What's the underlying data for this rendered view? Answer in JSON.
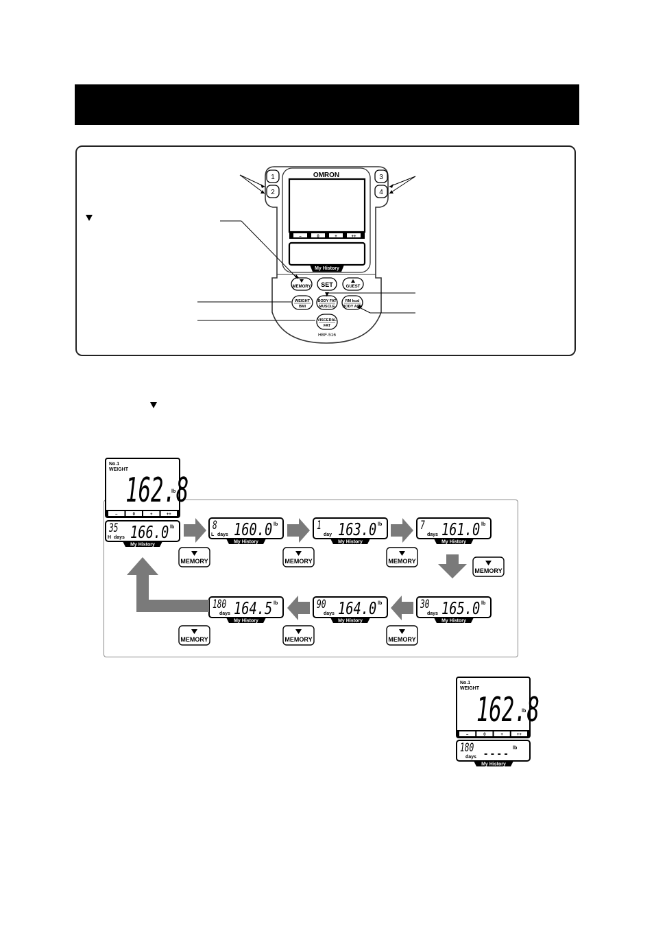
{
  "device": {
    "brand": "OMRON",
    "model": "HBF-516",
    "user_buttons": [
      "1",
      "2",
      "3",
      "4"
    ],
    "scale_marks": [
      "–",
      "0",
      "+",
      "++"
    ],
    "history_label": "My History",
    "buttons": {
      "memory": "MEMORY",
      "set": "SET",
      "guest": "GUEST",
      "weight": "WEIGHT",
      "bmi": "BMI",
      "body_fat": "BODY FAT",
      "muscle": "MUSCLE",
      "rm_kcal": "RM kcal",
      "body_age": "BODY AGE",
      "visceral": "VISCERAL",
      "fat": "FAT"
    }
  },
  "arrow_glyph": "▼",
  "main_display": {
    "user": "No.1",
    "mode": "WEIGHT",
    "value": "162.8",
    "unit": "lb"
  },
  "history_sequence": [
    {
      "period": "35",
      "prefix": "H",
      "days_label": "days",
      "value": "166.0",
      "unit": "lb"
    },
    {
      "period": "8",
      "prefix": "L",
      "days_label": "days",
      "value": "160.0",
      "unit": "lb"
    },
    {
      "period": "1",
      "prefix": "",
      "days_label": "day",
      "value": "163.0",
      "unit": "lb"
    },
    {
      "period": "7",
      "prefix": "",
      "days_label": "days",
      "value": "161.0",
      "unit": "lb"
    },
    {
      "period": "30",
      "prefix": "",
      "days_label": "days",
      "value": "165.0",
      "unit": "lb"
    },
    {
      "period": "90",
      "prefix": "",
      "days_label": "days",
      "value": "164.0",
      "unit": "lb"
    },
    {
      "period": "180",
      "prefix": "",
      "days_label": "days",
      "value": "164.5",
      "unit": "lb"
    }
  ],
  "no_data_display": {
    "user": "No.1",
    "mode": "WEIGHT",
    "value": "162.8",
    "unit": "lb",
    "period": "180",
    "days_label": "days",
    "history_value": "- - - -"
  }
}
